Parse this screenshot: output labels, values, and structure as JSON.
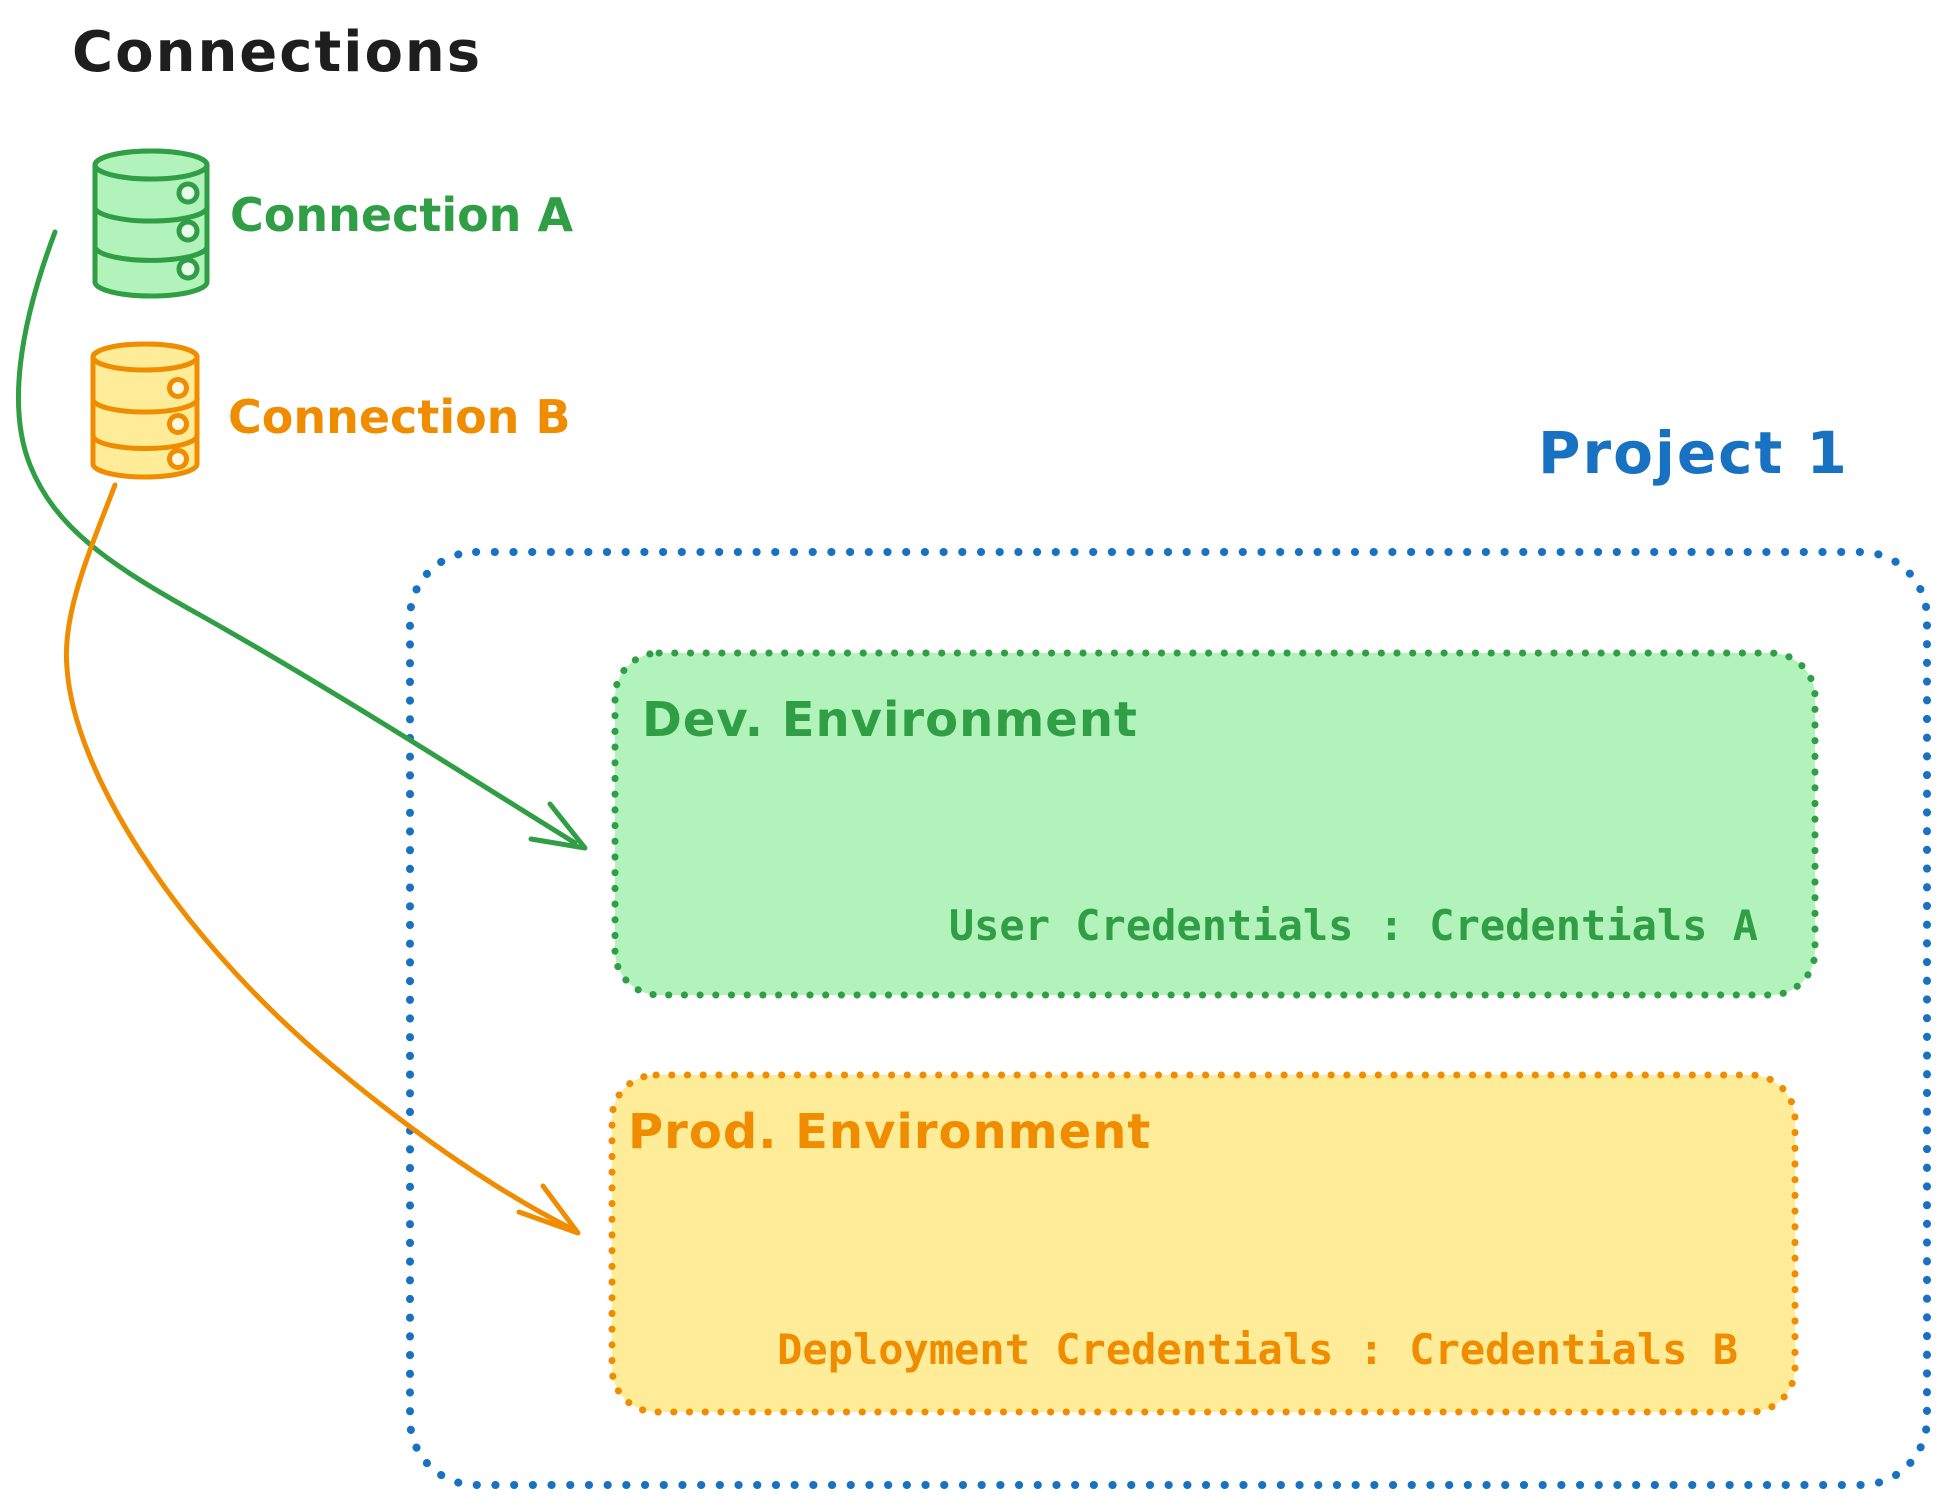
{
  "title": "Connections",
  "connections": [
    {
      "id": "a",
      "label": "Connection A",
      "icon": "database-icon",
      "stroke_color": "#2f9e44",
      "fill_color": "#b2f2bb"
    },
    {
      "id": "b",
      "label": "Connection B",
      "icon": "database-icon",
      "stroke_color": "#f08c00",
      "fill_color": "#ffec99"
    }
  ],
  "project": {
    "label": "Project 1",
    "border_color": "#1971c2",
    "environments": [
      {
        "name": "Dev. Environment",
        "credentials": "User Credentials : Credentials A",
        "stroke_color": "#2f9e44",
        "fill_color": "#b2f2bb",
        "linked_connection": "Connection A"
      },
      {
        "name": "Prod. Environment",
        "credentials": "Deployment Credentials : Credentials B",
        "stroke_color": "#f08c00",
        "fill_color": "#ffec99",
        "linked_connection": "Connection B"
      }
    ]
  },
  "colors": {
    "title_text": "#1e1e1e",
    "project_blue": "#1971c2",
    "green_stroke": "#2f9e44",
    "green_fill": "#b2f2bb",
    "orange_stroke": "#f08c00",
    "orange_fill": "#ffec99",
    "background": "#ffffff"
  }
}
